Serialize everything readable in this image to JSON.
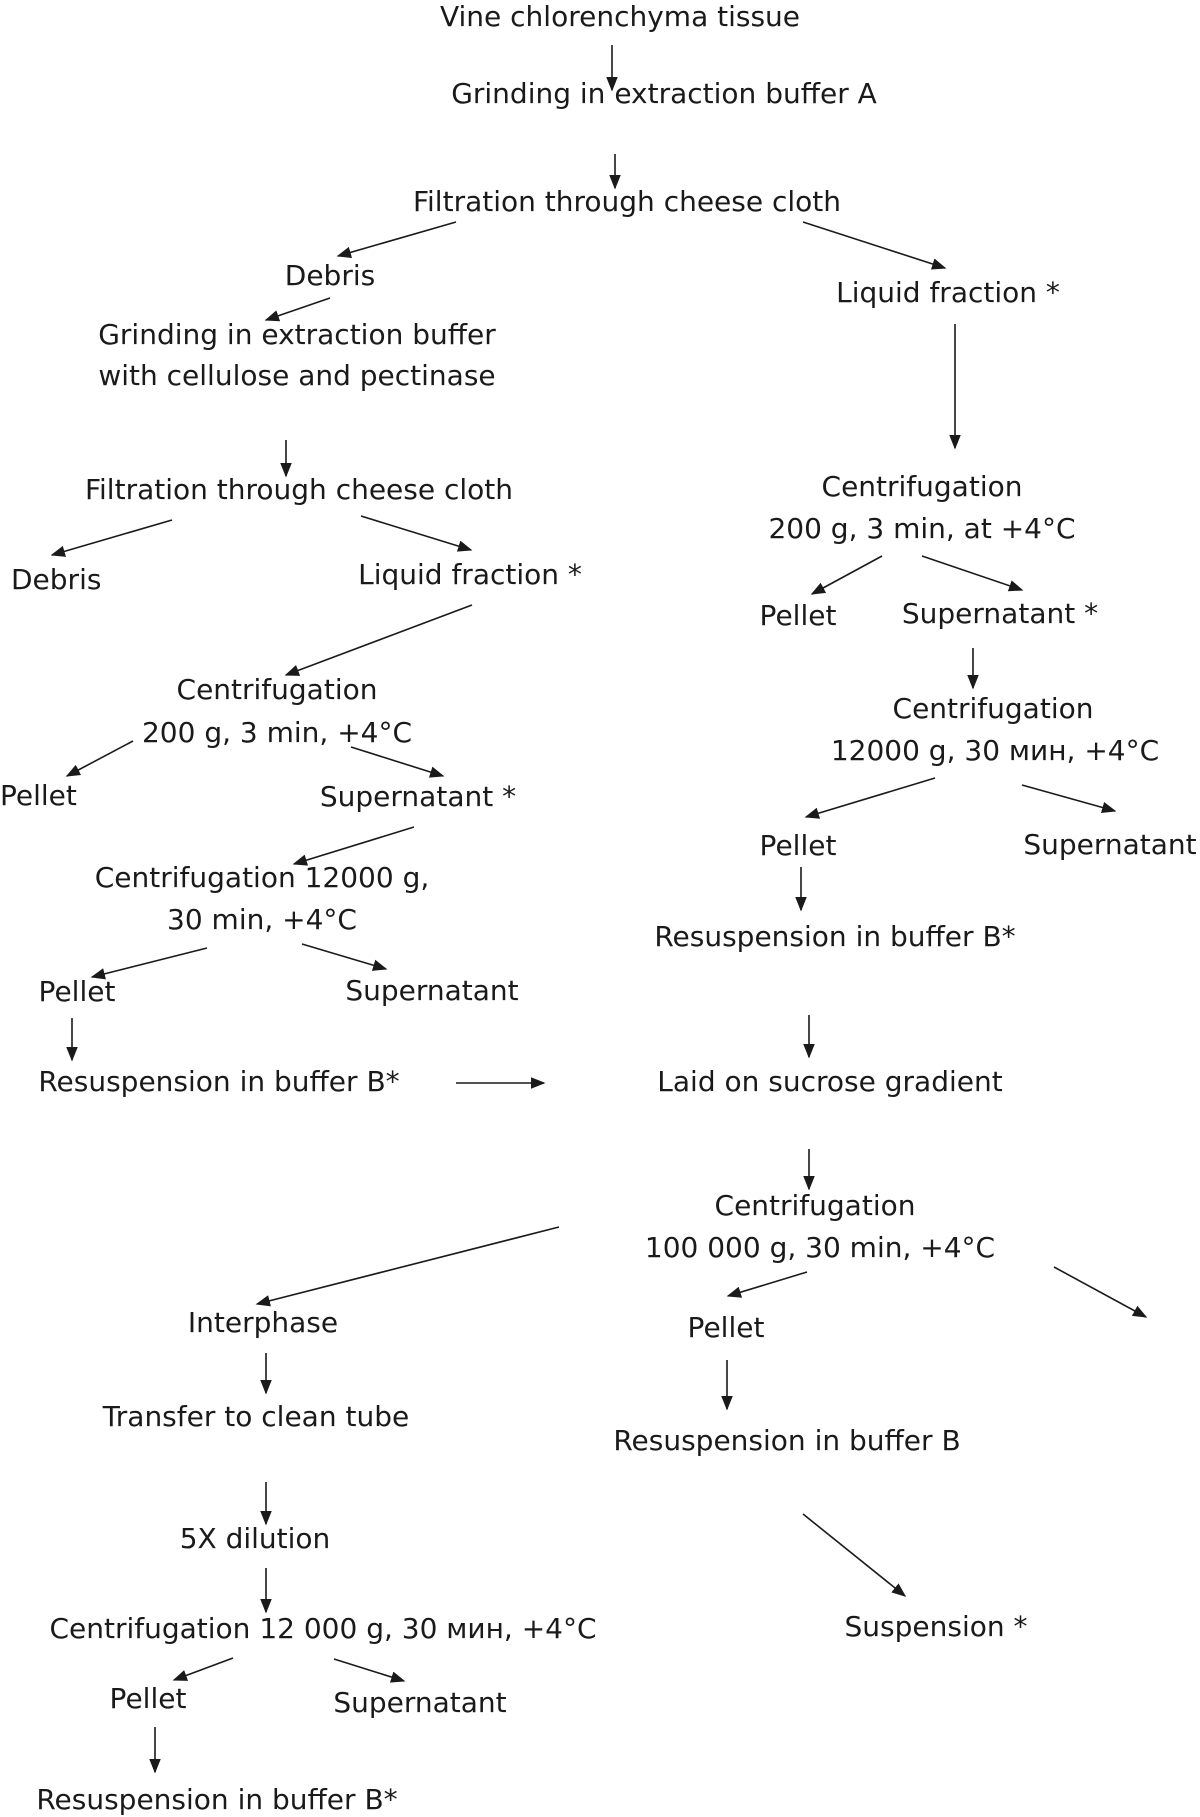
{
  "nodes": {
    "vine": "Vine chlorenchyma tissue",
    "grind_a": "Grinding in extraction buffer A",
    "filt1": "Filtration through cheese cloth",
    "debris1": "Debris",
    "liquid_r": "Liquid fraction *",
    "grind_cp_1": "Grinding in extraction buffer",
    "grind_cp_2": "with cellulose and pectinase",
    "filt2": "Filtration through cheese cloth",
    "debris2": "Debris",
    "liquid_l": "Liquid fraction *",
    "cent_r1_1": "Centrifugation",
    "cent_r1_2": "200 g, 3 min, at +4°C",
    "pellet_r1": "Pellet",
    "super_r1": "Supernatant *",
    "cent_r2_1": "Centrifugation",
    "cent_r2_2": "12000 g, 30 мин, +4°C",
    "pellet_r2": "Pellet",
    "super_r2": "Supernatant",
    "resusp_r": "Resuspension  in buffer B*",
    "cent_l1_1": "Centrifugation",
    "cent_l1_2": "200 g, 3 min, +4°C",
    "pellet_l1": "Pellet",
    "super_l1": "Supernatant *",
    "cent_l2_1": "Centrifugation  12000 g,",
    "cent_l2_2": "30 min, +4°C",
    "pellet_l2": "Pellet",
    "super_l2": "Supernatant",
    "resusp_l": "Resuspension  in buffer B*",
    "sucrose": "Laid on sucrose gradient",
    "cent_u_1": "Centrifugation",
    "cent_u_2": "100 000 g, 30 min, +4°C",
    "interphase": "Interphase",
    "pellet_u": "Pellet",
    "transfer": "Transfer to clean tube",
    "resusp_b": "Resuspension  in buffer B",
    "dilution": "5X dilution",
    "suspension": "Suspension  *",
    "cent_f": "Centrifugation  12 000 g, 30 мин, +4°C",
    "pellet_f": "Pellet",
    "super_f": "Supernatant",
    "resusp_f": "Resuspension  in buffer B*"
  }
}
